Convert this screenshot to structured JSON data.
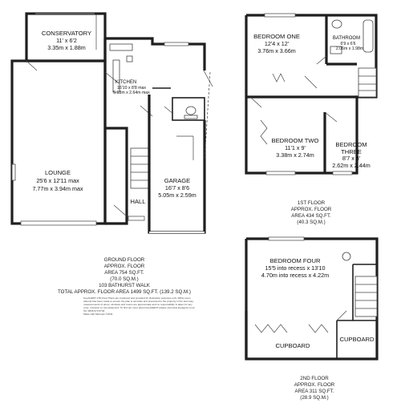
{
  "ground_floor": {
    "rooms": [
      {
        "name": "CONSERVATORY",
        "dim_imperial": "11' x 6'2",
        "dim_metric": "3.35m x 1.88m"
      },
      {
        "name": "KITCHEN",
        "dim_imperial": "16'10 x 8'8 max",
        "dim_metric": "5.13m x 2.64m max"
      },
      {
        "name": "LOUNGE",
        "dim_imperial": "25'6 x 12'11 max",
        "dim_metric": "7.77m x 3.94m max"
      },
      {
        "name": "GARAGE",
        "dim_imperial": "16'7 x 8'6",
        "dim_metric": "5.05m x 2.59m"
      },
      {
        "name": "HALL"
      }
    ],
    "area": {
      "line1": "GROUND FLOOR",
      "line2": "APPROX. FLOOR",
      "line3": "AREA 754 SQ.FT.",
      "line4": "(70.0 SQ.M.)"
    }
  },
  "first_floor": {
    "rooms": [
      {
        "name": "BEDROOM ONE",
        "dim_imperial": "12'4 x 12'",
        "dim_metric": "3.76m x 3.66m"
      },
      {
        "name": "BATHROOM",
        "dim_imperial": "6'9 x 6'6",
        "dim_metric": "2.06m x 1.98m"
      },
      {
        "name": "BEDROOM TWO",
        "dim_imperial": "11'1 x 9'",
        "dim_metric": "3.38m x 2.74m"
      },
      {
        "name": "BEDROOM",
        "name2": "THREE",
        "dim_imperial": "8'7 x 8'",
        "dim_metric": "2.62m x 2.44m"
      }
    ],
    "area": {
      "line1": "1ST FLOOR",
      "line2": "APPROX. FLOOR",
      "line3": "AREA 434 SQ.FT.",
      "line4": "(40.3 SQ.M.)"
    }
  },
  "second_floor": {
    "rooms": [
      {
        "name": "BEDROOM FOUR",
        "dim_imperial": "15'5 into recess x 13'10",
        "dim_metric": "4.70m into recess x 4.22m"
      },
      {
        "name": "CUPBOARD"
      },
      {
        "name": "CUPBOARD"
      }
    ],
    "area": {
      "line1": "2ND FLOOR",
      "line2": "APPROX. FLOOR",
      "line3": "AREA 311 SQ.FT.",
      "line4": "(28.9 SQ.M.)"
    }
  },
  "total": {
    "address": "103 BATHURST WALK",
    "total_area": "TOTAL APPROX. FLOOR AREA 1499 SQ.FT. (139.2 SQ.M.)"
  },
  "disclaimer": [
    "KeyAGENT LTD Floor Plans are produced and provided for illustration purposes only. While every",
    "attempt has been made to ensure the plan is accurate and presented to the property in the best way,",
    "measurements of doors, windows and rooms are approximate and no responsibility is taken for any",
    "error, omission or mis-statement. To find out more about KeyAGENT please visit www.keyagent.co.uk",
    "Tel: 0845 674 5744",
    "Made with Metropix ©2011"
  ]
}
